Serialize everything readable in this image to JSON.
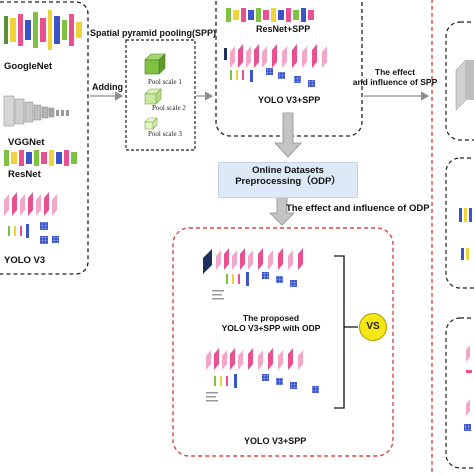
{
  "labels": {
    "googlenet": "GoogleNet",
    "vggnet": "VGGNet",
    "resnet": "ResNet",
    "yolov3": "YOLO V3",
    "spp_title": "Spatial pyramid pooling(SPP)",
    "adding": "Adding",
    "pool1": "Pool scale 1",
    "pool2": "Pool scale 2",
    "pool3": "Pool scale 3",
    "resnet_spp": "ResNet+SPP",
    "yolo_spp_top": "YOLO V3+SPP",
    "effect_spp_1": "The effect",
    "effect_spp_2": "and influence of SPP",
    "odp_1": "Online Datasets",
    "odp_2": "Preprocessing（ODP）",
    "effect_odp": "The effect and influence of ODP",
    "proposed_1": "The proposed",
    "proposed_2": "YOLO V3+SPP with ODP",
    "vs": "VS",
    "yolo_spp_bottom": "YOLO V3+SPP"
  },
  "colors": {
    "cube_green": "#7fc241",
    "box_border": "#222222",
    "red_dashed": "#d94848",
    "odp_fill": "#dde9f7",
    "arrow_gray": "#9a9a9a",
    "vs_yellow": "#f5e614",
    "pink_layer": "#f3a7c8",
    "magenta_layer": "#e8508f",
    "blue_grid": "#3b55c9",
    "navy_block": "#1f2f5e"
  }
}
